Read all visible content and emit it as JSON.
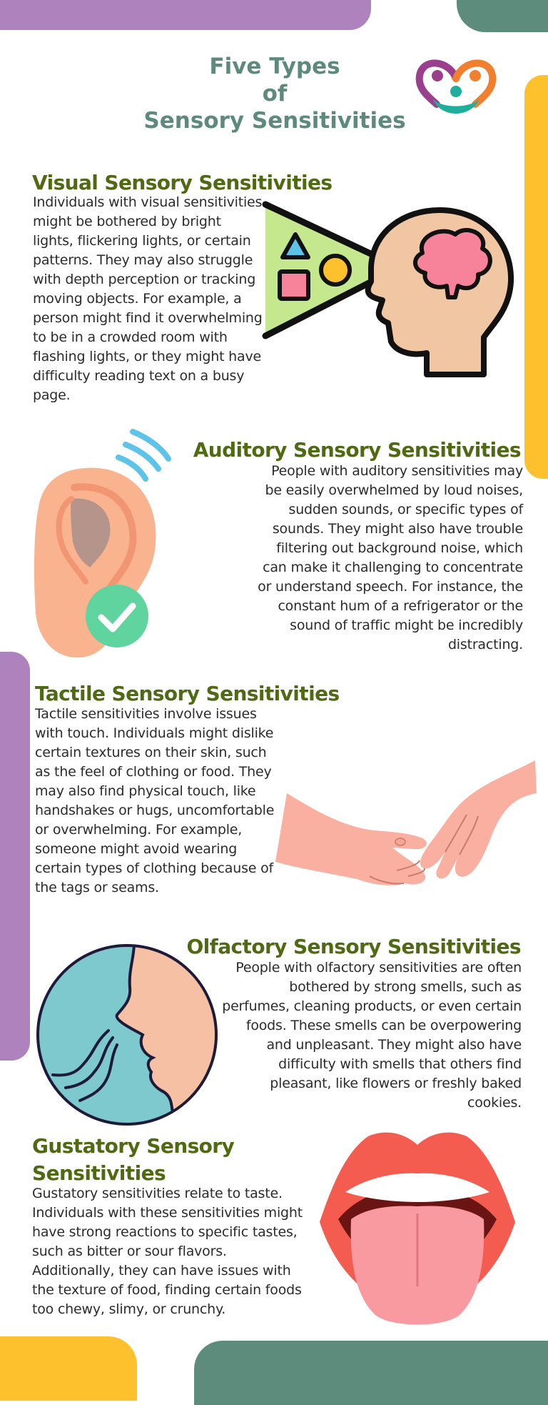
{
  "colors": {
    "title": "#5d8a7c",
    "heading": "#4f6a12",
    "text": "#2b2b2b",
    "purple": "#ad82bd",
    "teal": "#5e8c7c",
    "yellow": "#fcc12c"
  },
  "title": {
    "line1": "Five Types",
    "line2": "of",
    "line3": "Sensory Sensitivities"
  },
  "logo": {
    "icon": "heart-people-logo-icon"
  },
  "sections": [
    {
      "heading": "Visual Sensory Sensitivities",
      "body": "Individuals with visual sensitivities might be bothered by bright lights, flickering lights, or certain patterns. They may also struggle with depth perception or tracking moving objects. For example, a person might find it overwhelming to be in a crowded room with flashing lights, or they might have difficulty reading text on a busy page.",
      "icon": "head-shapes-vision-icon"
    },
    {
      "heading": "Auditory Sensory Sensitivities",
      "body": "People with auditory sensitivities may be easily overwhelmed by loud noises, sudden sounds, or specific types of sounds. They might also have trouble filtering out background noise, which can make it challenging to concentrate or understand speech. For instance, the constant hum of a refrigerator or the sound of traffic might be incredibly distracting.",
      "icon": "ear-check-icon"
    },
    {
      "heading": "Tactile Sensory Sensitivities",
      "body": "Tactile sensitivities involve issues with touch. Individuals might dislike certain textures on their skin, such as the feel of clothing or food. They may also find physical touch, like handshakes or hugs, uncomfortable or overwhelming. For example, someone might avoid wearing certain types of clothing because of the tags or seams.",
      "icon": "touching-hands-icon"
    },
    {
      "heading": "Olfactory Sensory Sensitivities",
      "body": "People with olfactory sensitivities are often bothered by strong smells, such as perfumes, cleaning products, or even certain foods. These smells can be overpowering and unpleasant. They might also have difficulty with smells that others find pleasant, like flowers or freshly baked cookies.",
      "icon": "nose-smell-icon"
    },
    {
      "heading": "Gustatory Sensory Sensitivities",
      "body": "Gustatory sensitivities relate to taste. Individuals with these sensitivities might have strong reactions to specific tastes, such as bitter or sour flavors. Additionally, they can have issues with the texture of food, finding certain foods too chewy, slimy, or crunchy.",
      "icon": "mouth-tongue-icon"
    }
  ]
}
